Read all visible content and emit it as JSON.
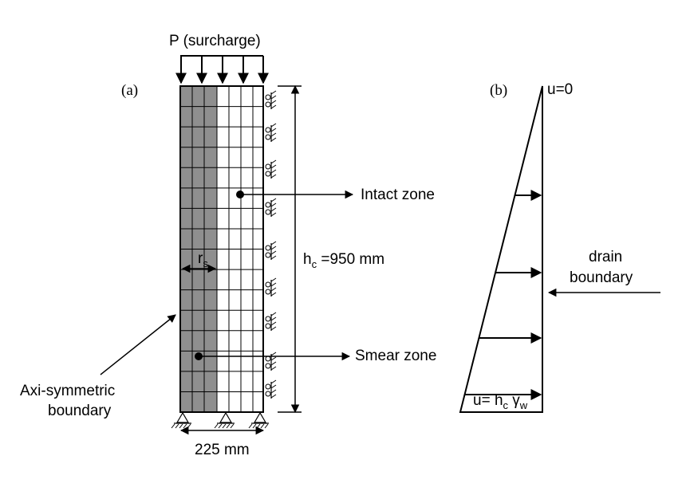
{
  "panel_a": {
    "tag": "(a)",
    "surcharge_label": "P (surcharge)",
    "height_label": {
      "symbol": "h",
      "subscript": "c",
      "value": " =950 mm"
    },
    "width_label": "225 mm",
    "radius_label": {
      "symbol": "r",
      "subscript": "s"
    },
    "intact_label": "Intact zone",
    "smear_label": "Smear zone",
    "boundary_label": {
      "line1": "Axi-symmetric",
      "line2": "boundary"
    }
  },
  "panel_b": {
    "tag": "(b)",
    "top_label": "u=0",
    "bottom_label": {
      "prefix": "u= h",
      "subscript_c": "c",
      "gamma": " γ",
      "subscript_w": "w"
    },
    "drain_label": {
      "line1": "drain",
      "line2": "boundary"
    }
  },
  "colors": {
    "smear_fill": "#8f8f8f",
    "stroke": "#000000",
    "background": "#ffffff"
  }
}
